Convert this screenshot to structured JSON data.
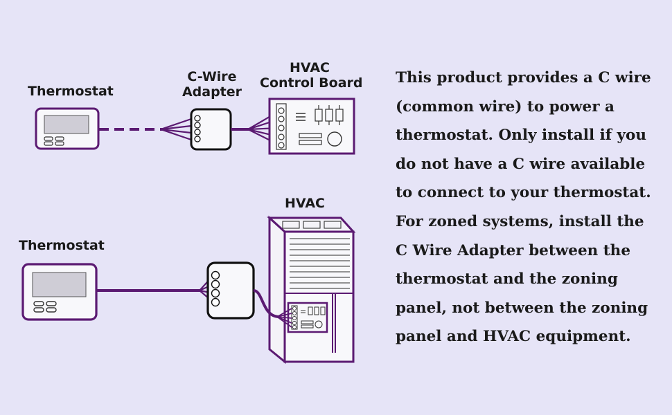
{
  "colors": {
    "background": "#e6e4f7",
    "outline": "#5b1a72",
    "screen": "#cfcdd6",
    "text": "#1a1a1a"
  },
  "top_diagram": {
    "thermostat_label": "Thermostat",
    "adapter_label_line1": "C-Wire",
    "adapter_label_line2": "Adapter",
    "board_label_line1": "HVAC",
    "board_label_line2": "Control Board"
  },
  "bottom_diagram": {
    "thermostat_label": "Thermostat",
    "hvac_label": "HVAC"
  },
  "description_lines": [
    "This product provides a C wire",
    "(common wire) to power a",
    "thermostat. Only install if you",
    "do not have a C wire available",
    "to connect to your thermostat.",
    "For zoned systems, install the",
    "C Wire Adapter between the",
    "thermostat and the zoning",
    "panel, not between the zoning",
    "panel and HVAC equipment."
  ]
}
